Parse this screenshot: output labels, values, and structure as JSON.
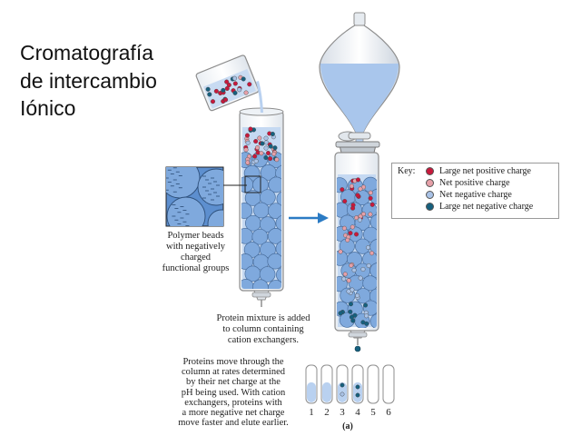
{
  "title": [
    "Cromatografía",
    "de intercambio",
    "Iónico"
  ],
  "inset_caption": [
    "Polymer beads",
    "with negatively",
    "charged",
    "functional groups"
  ],
  "step1_caption": [
    "Protein mixture is added",
    "to column containing",
    "cation exchangers."
  ],
  "step2_caption": [
    "Proteins move through the",
    "column at rates determined",
    "by their net charge at the",
    "pH being used. With cation",
    "exchangers, proteins with",
    "a more negative net charge",
    "move faster and elute earlier."
  ],
  "key": {
    "title": "Key:",
    "items": [
      {
        "label": "Large net positive charge",
        "color": "#c8193c"
      },
      {
        "label": "Net positive charge",
        "color": "#e6a0a8"
      },
      {
        "label": "Net negative charge",
        "color": "#a9c2e6"
      },
      {
        "label": "Large net negative charge",
        "color": "#16607e"
      }
    ]
  },
  "tubes": {
    "labels": [
      "1",
      "2",
      "3",
      "4",
      "5",
      "6"
    ],
    "fill_levels": [
      0.55,
      0.55,
      0.55,
      0.55,
      0,
      0
    ]
  },
  "figure_label": "(a)",
  "colors": {
    "bead": "#7fa9dd",
    "bead_stroke": "#4a6f9e",
    "liquid": "#b9d1f0",
    "arrow": "#2b7bc4",
    "glass": "#8d8d8d"
  }
}
